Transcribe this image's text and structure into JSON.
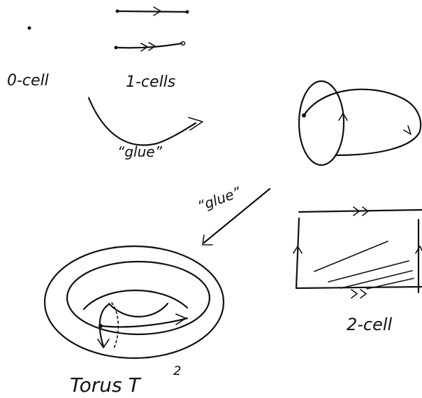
{
  "labels": {
    "zero_cell": "0-cell",
    "one_cells": "1-cells",
    "glue_top": "“glue”",
    "glue_diag": "“glue”",
    "torus": "Torus  T",
    "torus_sup": "2",
    "two_cell": "2-cell"
  }
}
